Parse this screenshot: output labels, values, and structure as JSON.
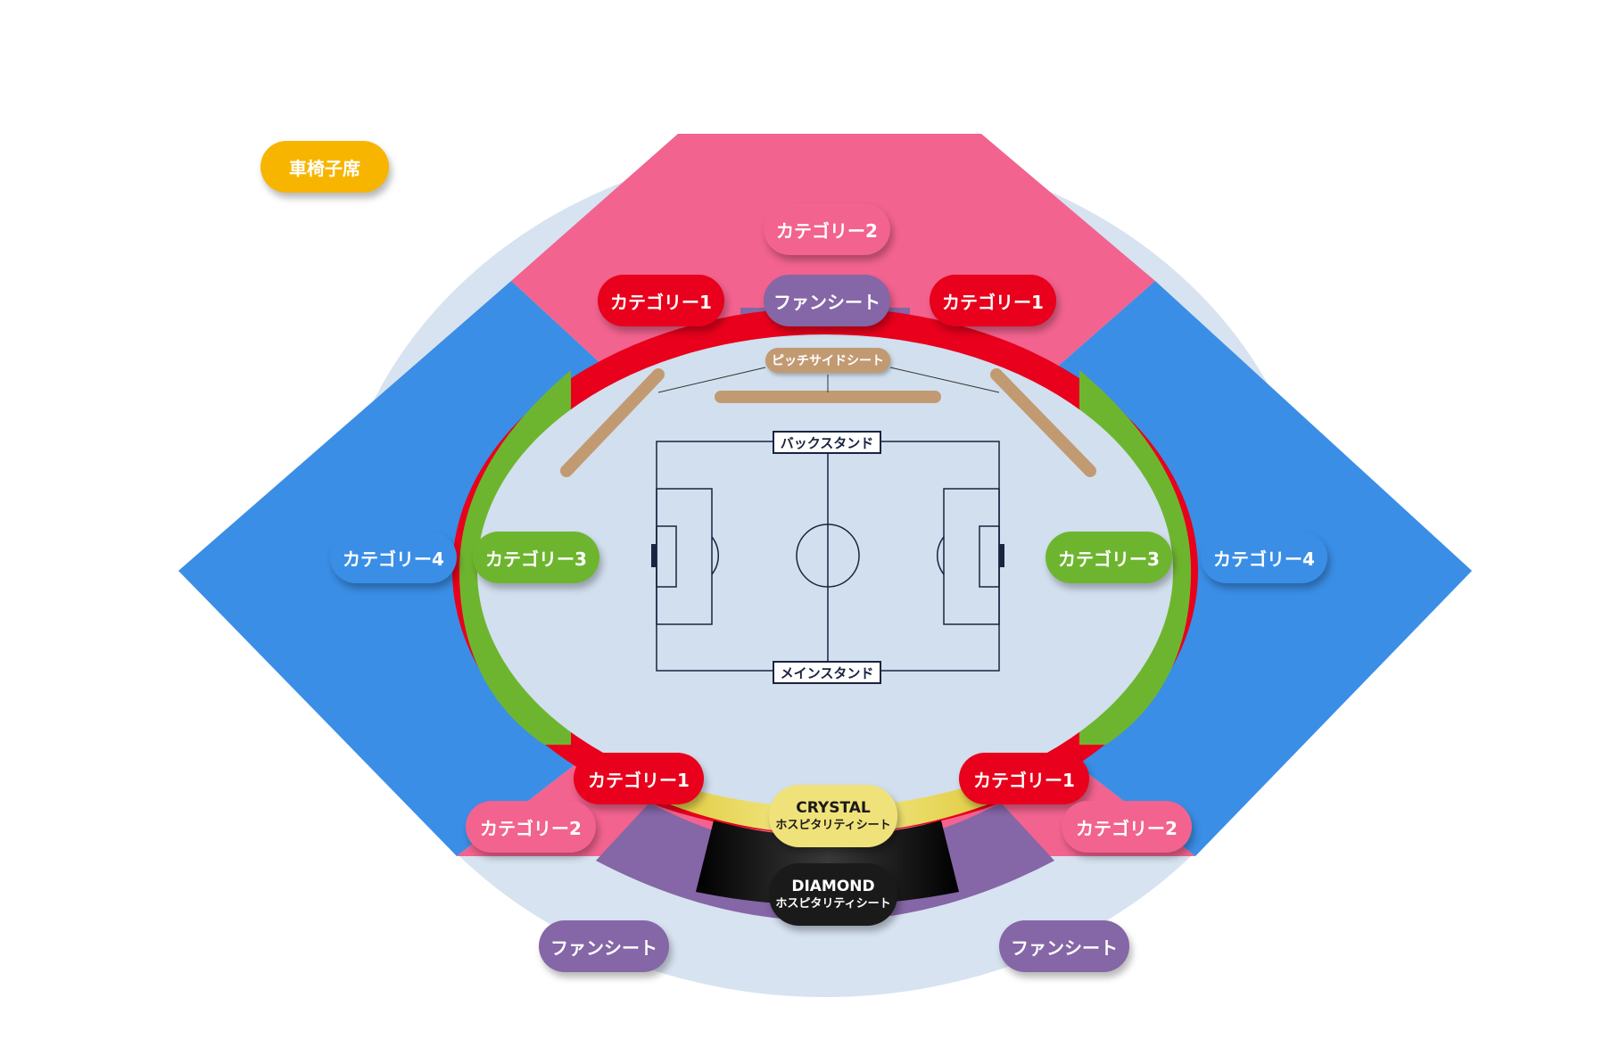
{
  "colors": {
    "category1": "#e8001c",
    "category2": "#f2638f",
    "category3": "#6eb52f",
    "category4": "#3a8ee6",
    "fan_seat": "#8566a6",
    "wheelchair": "#f7b500",
    "pitchside": "#c29a72",
    "field": "#d2dfee",
    "outer_ring": "#d7e3f1",
    "crystal_gold": "#f2e06a",
    "diamond_black": "#111111"
  },
  "legend": {
    "wheelchair_label": "車椅子席"
  },
  "labels": {
    "category1": "カテゴリー1",
    "category2": "カテゴリー2",
    "category3": "カテゴリー3",
    "category4": "カテゴリー4",
    "fan_seat": "ファンシート",
    "pitchside": "ピッチサイドシート",
    "back_stand": "バックスタンド",
    "main_stand": "メインスタンド",
    "crystal_name": "CRYSTAL",
    "diamond_name": "DIAMOND",
    "hospitality": "ホスピタリティシート"
  }
}
